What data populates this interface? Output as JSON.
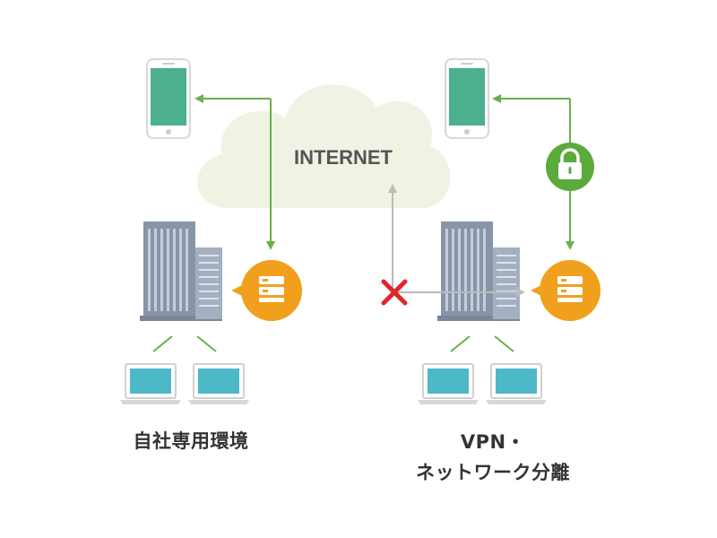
{
  "cloud_label": "INTERNET",
  "left_caption": "自社専用環境",
  "right_caption_line1": "VPN・",
  "right_caption_line2": "ネットワーク分離",
  "colors": {
    "arrow_green": "#6ab04c",
    "arrow_gray": "#bbbbbb",
    "cloud": "#eef3e4",
    "phone_screen": "#4caf8f",
    "laptop_screen": "#4db8c8",
    "server_badge": "#f0a01c",
    "lock_badge": "#5aaa3c",
    "block_cross": "#e0262c",
    "building": "#8895a8"
  }
}
